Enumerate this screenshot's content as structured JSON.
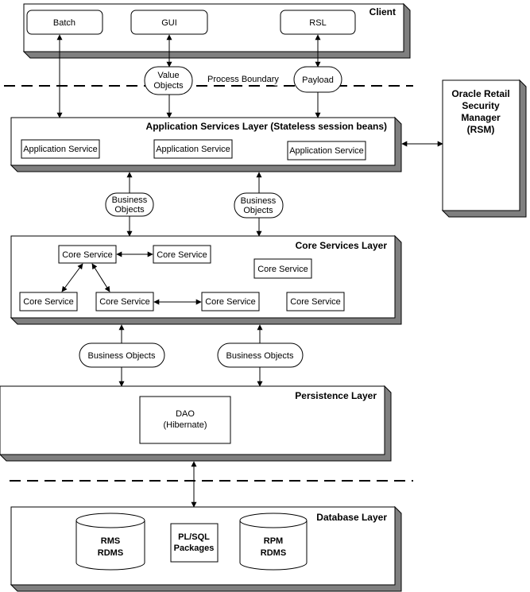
{
  "client": {
    "title": "Client",
    "batch": "Batch",
    "gui": "GUI",
    "rsl": "RSL"
  },
  "boundary": {
    "value_objects_line1": "Value",
    "value_objects_line2": "Objects",
    "process_boundary": "Process Boundary",
    "payload": "Payload"
  },
  "rsm": {
    "line1": "Oracle Retail",
    "line2": "Security",
    "line3": "Manager",
    "line4": "(RSM)"
  },
  "app_layer": {
    "title": "Application Services Layer (Stateless session beans)",
    "service1": "Application Service",
    "service2": "Application Service",
    "service3": "Application Service"
  },
  "bo_upper": {
    "left_line1": "Business",
    "left_line2": "Objects",
    "right_line1": "Business",
    "right_line2": "Objects"
  },
  "core_layer": {
    "title": "Core Services Layer",
    "cs1": "Core Service",
    "cs2": "Core Service",
    "cs3": "Core Service",
    "cs4": "Core Service",
    "cs5": "Core Service",
    "cs6": "Core Service",
    "cs7": "Core Service"
  },
  "bo_lower": {
    "left": "Business Objects",
    "right": "Business Objects"
  },
  "persistence_layer": {
    "title": "Persistence Layer",
    "dao_line1": "DAO",
    "dao_line2": "(Hibernate)"
  },
  "database_layer": {
    "title": "Database Layer",
    "rms_line1": "RMS",
    "rms_line2": "RDMS",
    "plsql_line1": "PL/SQL",
    "plsql_line2": "Packages",
    "rpm_line1": "RPM",
    "rpm_line2": "RDMS"
  }
}
